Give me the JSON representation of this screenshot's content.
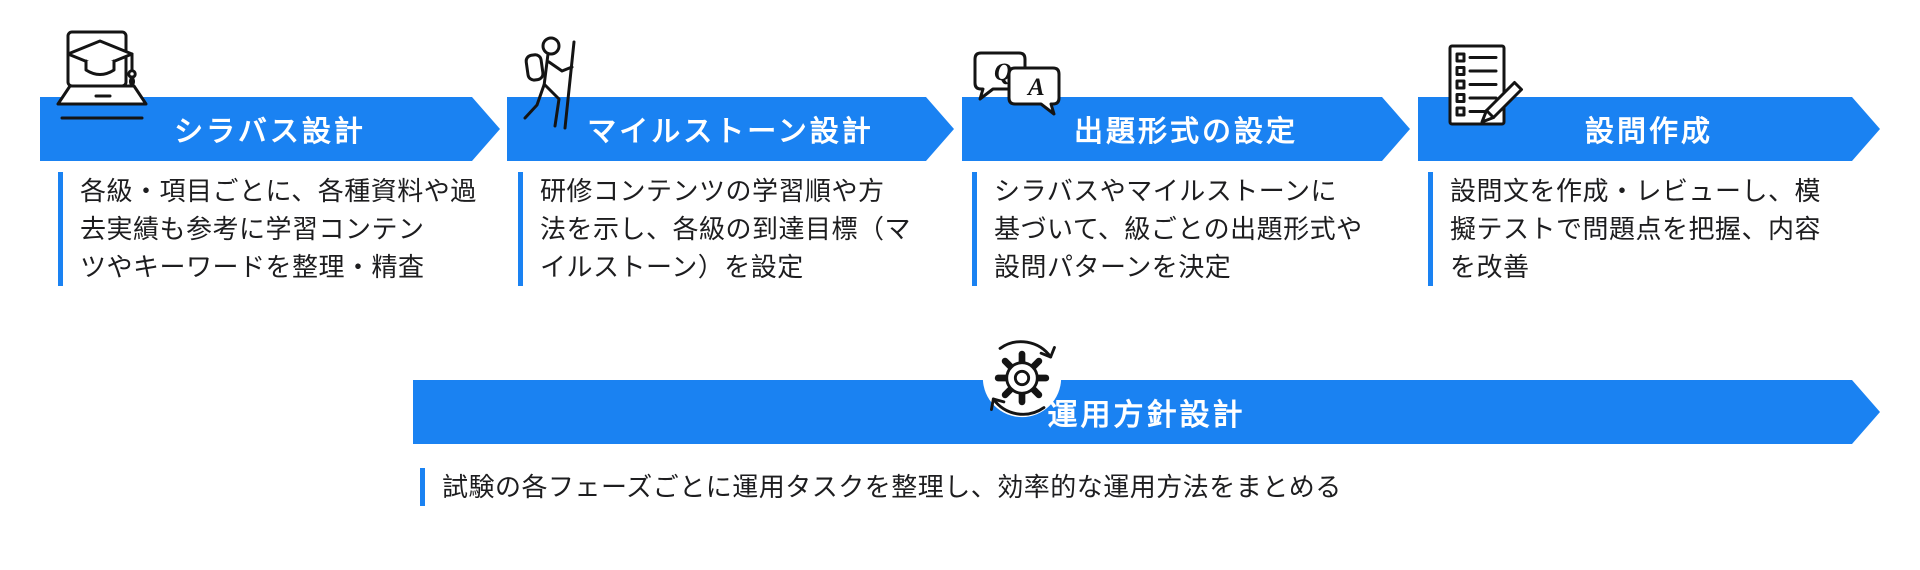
{
  "colors": {
    "accent": "#1a82f2",
    "ink": "#1d1d1f"
  },
  "steps": [
    {
      "title": "シラバス設計",
      "icon": "laptop-graduation-cap",
      "desc_lines": [
        "各級・項目ごとに、各種資料や過",
        "去実績も参考に学習コンテン",
        "ツやキーワードを整理・精査"
      ]
    },
    {
      "title": "マイルストーン設計",
      "icon": "hiker-milestone",
      "desc_lines": [
        "研修コンテンツの学習順や方",
        "法を示し、各級の到達目標（マ",
        "イルストーン）を設定"
      ]
    },
    {
      "title": "出題形式の設定",
      "icon": "question-answer-bubbles",
      "desc_lines": [
        "シラバスやマイルストーンに",
        "基づいて、級ごとの出題形式や",
        "設問パターンを決定"
      ]
    },
    {
      "title": "設問作成",
      "icon": "checklist-pencil",
      "desc_lines": [
        "設問文を作成・レビューし、模",
        "擬テストで問題点を把握、内容",
        "を改善"
      ]
    }
  ],
  "bottom_step": {
    "title": "運用方針設計",
    "icon": "gear-cycle",
    "desc_lines": [
      "試験の各フェーズごとに運用タスクを整理し、効率的な運用方法をまとめる"
    ]
  },
  "icon_labels": {
    "q": "Q",
    "a": "A"
  }
}
